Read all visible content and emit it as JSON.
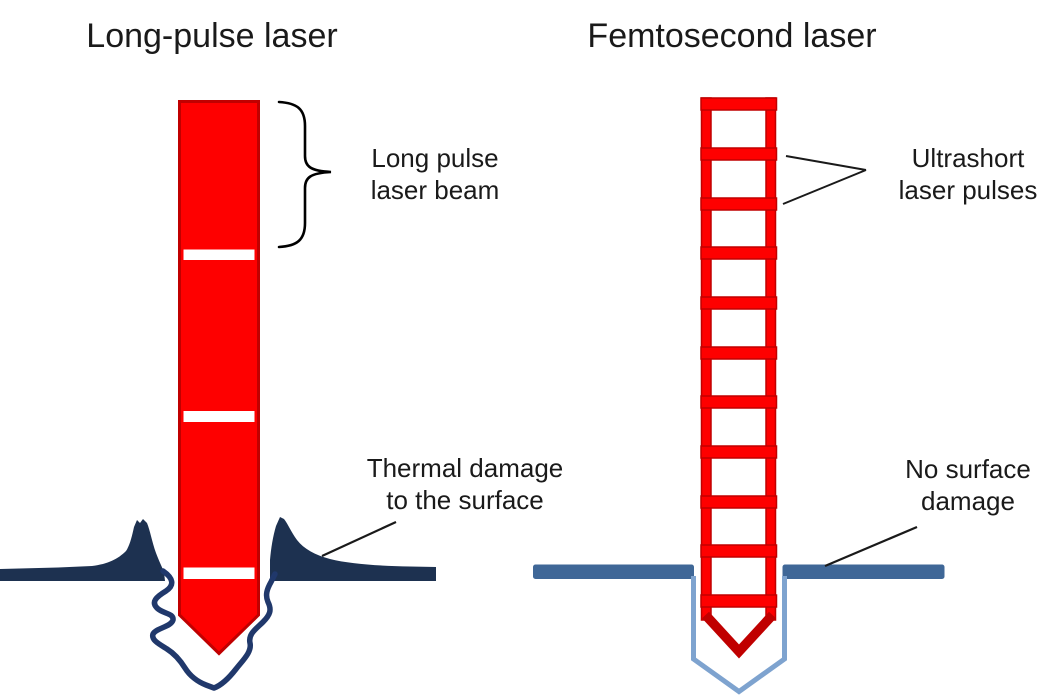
{
  "left_panel": {
    "title": "Long-pulse laser",
    "beam_label": "Long pulse\nlaser beam",
    "damage_label": "Thermal damage\nto the surface"
  },
  "right_panel": {
    "title": "Femtosecond laser",
    "pulses_label": "Ultrashort\nlaser pulses",
    "no_damage_label": "No surface\ndamage"
  },
  "colors": {
    "laser_red": "#fe0000",
    "laser_red_dark": "#c00000",
    "navy": "#1d3150",
    "melt_outline": "#20386b",
    "steel_blue": "#3f6797",
    "steel_light": "#7ea3cf",
    "line": "#1a1a1a",
    "text": "#1a1a1a"
  }
}
